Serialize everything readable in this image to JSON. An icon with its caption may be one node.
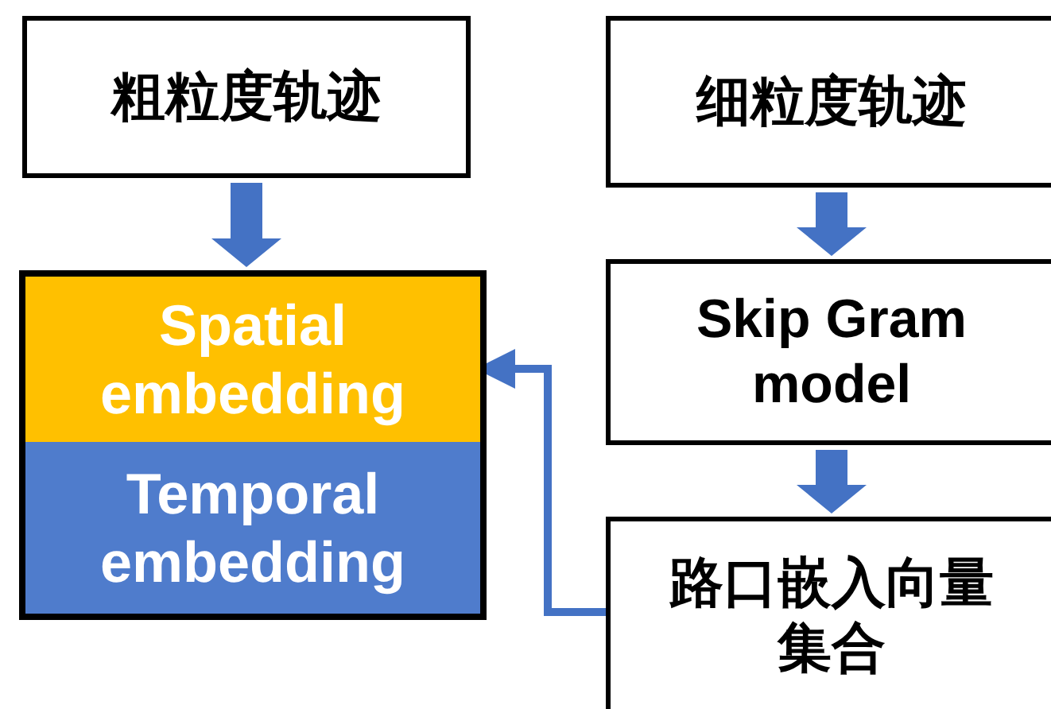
{
  "diagram": {
    "nodes": [
      {
        "text": [
          "粗粒度轨迹"
        ]
      },
      {
        "text": [
          "细粒度轨迹"
        ]
      },
      {
        "text": [],
        "shape": "box"
      },
      {
        "text": [
          "Spatial embedding"
        ],
        "in": 2
      },
      {
        "text": [
          "Temporal embedding"
        ],
        "in": 2
      },
      {
        "text": [
          "Skip Gram model"
        ]
      },
      {
        "text": [
          "路口嵌入向量集合"
        ]
      }
    ],
    "edges": [
      {
        "from": 0,
        "to": 2,
        "arrow": "to",
        "style": "thick"
      },
      {
        "from": 1,
        "to": 5,
        "arrow": "to",
        "style": "thick"
      },
      {
        "from": 5,
        "to": 6,
        "arrow": "to",
        "style": "thick"
      },
      {
        "from": 6,
        "to": 3,
        "arrow": "to"
      }
    ]
  }
}
